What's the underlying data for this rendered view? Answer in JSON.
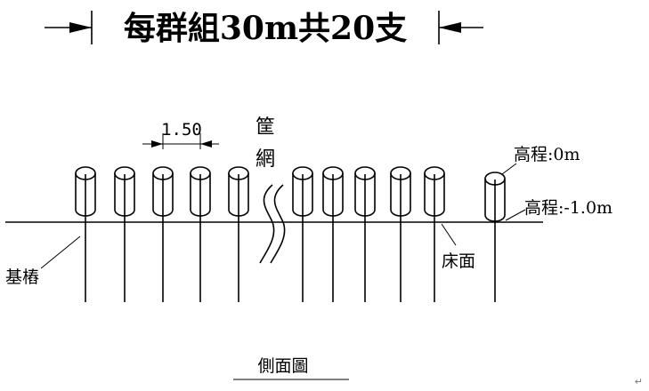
{
  "title": "每群組30m共20支",
  "spacing_label": "1.50",
  "basket_label_1": "筐",
  "basket_label_2": "網",
  "elev_top_label": "高程:0m",
  "elev_bottom_label": "高程:-1.0m",
  "riverbed_label": "床面",
  "pile_label": "基樁",
  "caption": "側面圖",
  "corner_mark": "↵"
}
